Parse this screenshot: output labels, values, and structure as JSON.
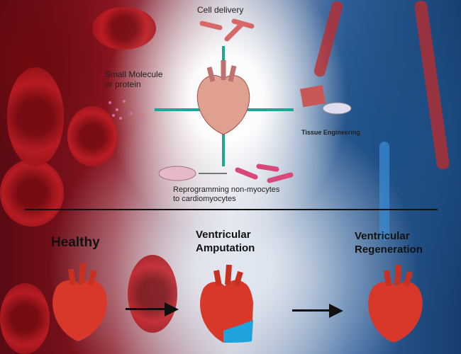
{
  "top": {
    "cell_delivery": "Cell delivery",
    "small_molecule": "Small Molecule\nor protein",
    "tissue_engineering": "Tissue Engineering",
    "reprogramming": "Reprogramming non-myocytes\nto cardiomyocytes"
  },
  "bottom": {
    "healthy": "Healthy",
    "amputation": "Ventricular\nAmputation",
    "regeneration": "Ventricular\nRegeneration"
  },
  "colors": {
    "arrow": "#1ca796",
    "heart": "#d8382a",
    "amputated": "#1ea3dc"
  }
}
